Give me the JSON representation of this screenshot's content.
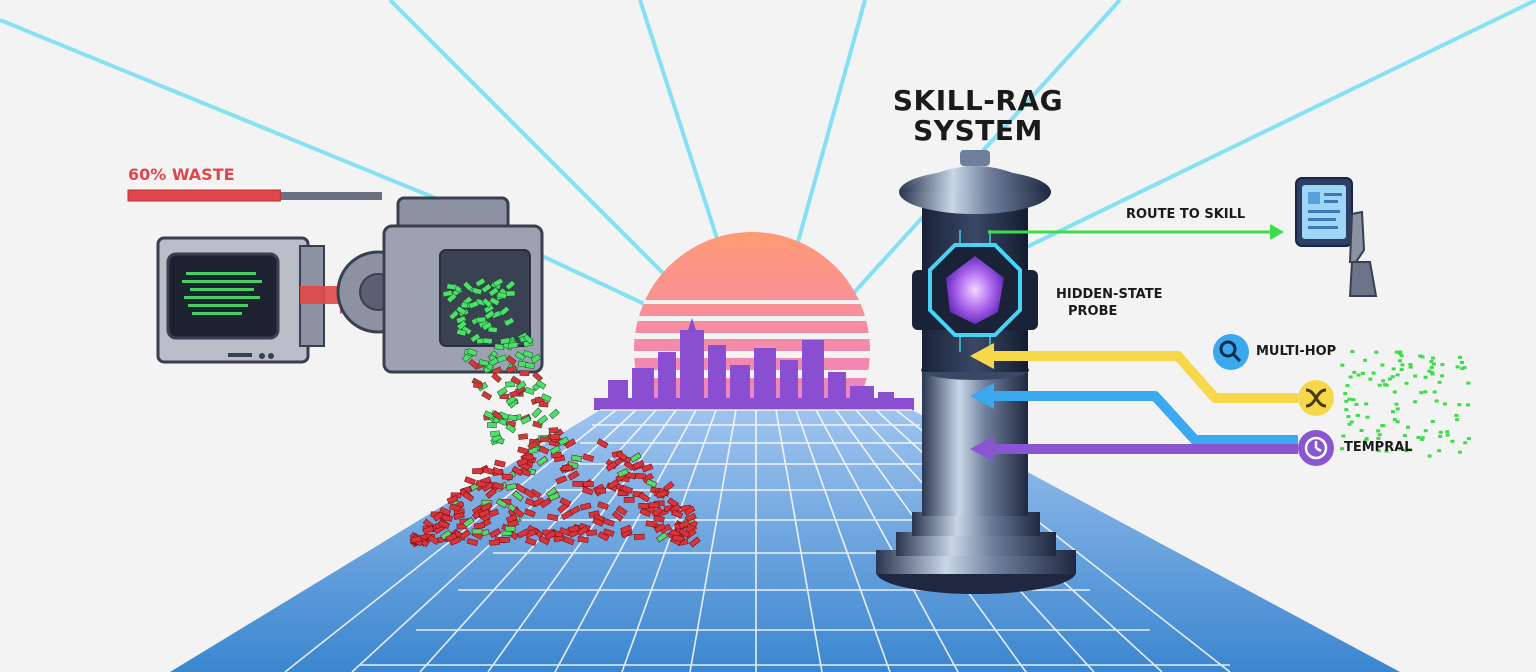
{
  "title": {
    "line1": "SKILL-RAG",
    "line2": "SYSTEM"
  },
  "waste": {
    "label": "60% WASTE",
    "fraction": 0.6,
    "color": "#e0474c"
  },
  "labels": {
    "route": "ROUTE TO SKILL",
    "probe_line1": "HIDDEN-STATE",
    "probe_line2": "PROBE",
    "multi_hop": "MULTI-HOP",
    "temporal": "TEMPRAL"
  },
  "icons": {
    "multi_hop": "search-icon",
    "middle": "knot-icon",
    "temporal": "clock-icon"
  },
  "colors": {
    "route_arrow": "#3ddc4a",
    "multi_hop_arrow": "#f5d94a",
    "middle_arrow": "#3aa9f0",
    "temporal_arrow": "#8a55d0",
    "grid": "#4a8fd0",
    "sun_top": "#ff9a76",
    "sun_bottom": "#e87adf",
    "city": "#8a4fd0",
    "rays": "#7fdff2"
  }
}
